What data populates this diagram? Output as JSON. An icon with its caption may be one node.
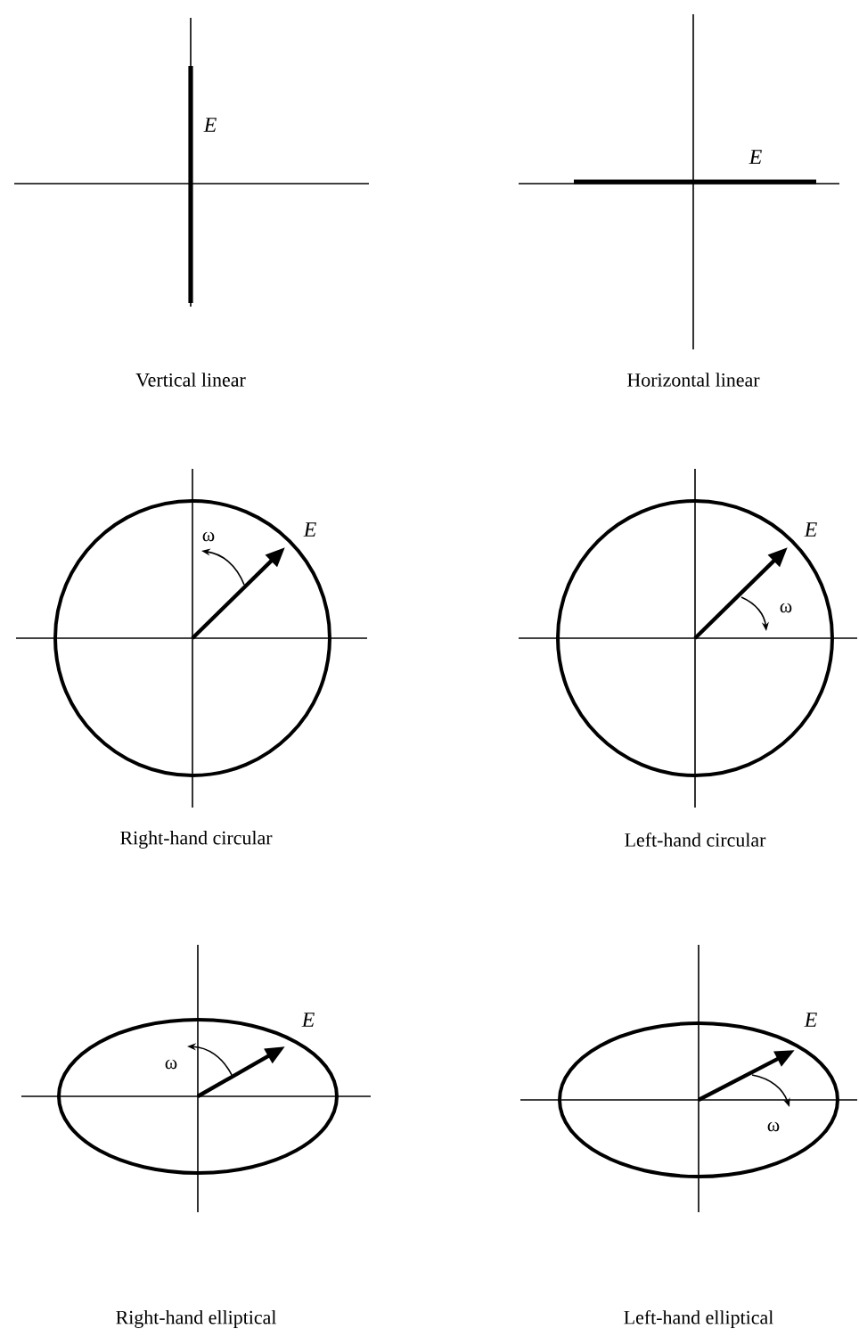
{
  "diagram": {
    "labels": [
      "E",
      "E",
      "Vertical linear",
      "Horizontal linear",
      "ω",
      "E",
      "E",
      "ω",
      "Right-hand circular",
      "Left-hand circular",
      "ω",
      "E",
      "E",
      "ω",
      "Right-hand elliptical",
      "Left-hand elliptical"
    ]
  }
}
